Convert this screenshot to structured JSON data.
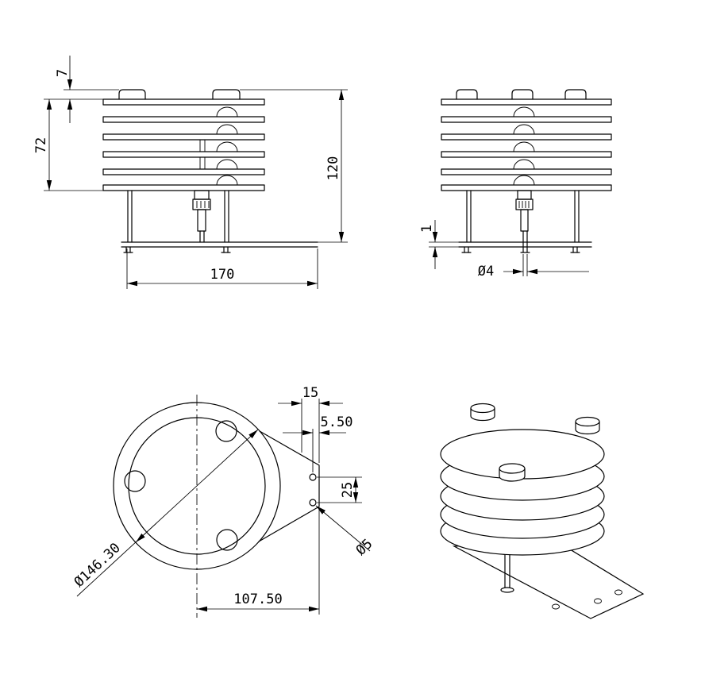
{
  "drawing": {
    "front_view": {
      "dim_cap_height": "7",
      "dim_louver_height": "72",
      "dim_total_height": "120",
      "dim_base_width": "170"
    },
    "side_view": {
      "dim_plate_thickness": "1",
      "dim_bolt_diameter": "Ø4"
    },
    "bottom_view": {
      "dim_tab_width": "15",
      "dim_hole_edge_offset": "5.50",
      "dim_hole_spacing": "25",
      "dim_hole_diameter": "Ø5",
      "dim_outer_diameter": "Ø146.30",
      "dim_mount_span": "107.50"
    }
  }
}
